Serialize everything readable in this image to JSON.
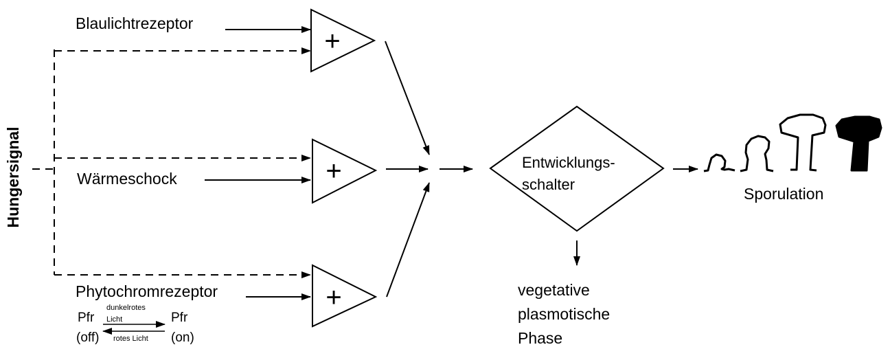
{
  "inputs": {
    "blue_light": "Blaulichtrezeptor",
    "heat_shock": "Wärmeschock",
    "phytochrome": "Phytochromrezeptor"
  },
  "hunger_signal": "Hungersignal",
  "phytochrome_detail": {
    "left_label": "Pfr",
    "left_state": "(off)",
    "right_label": "Pfr",
    "right_state": "(on)",
    "upper_light_line1": "dunkelrotes",
    "upper_light_line2": "Licht",
    "lower_light": "rotes Licht"
  },
  "switch": {
    "line1": "Entwicklungs-",
    "line2": "schalter"
  },
  "outputs": {
    "sporulation": "Sporulation",
    "vegetative_line1": "vegetative",
    "vegetative_line2": "plasmotische",
    "vegetative_line3": "Phase"
  },
  "gate_symbol": "+"
}
